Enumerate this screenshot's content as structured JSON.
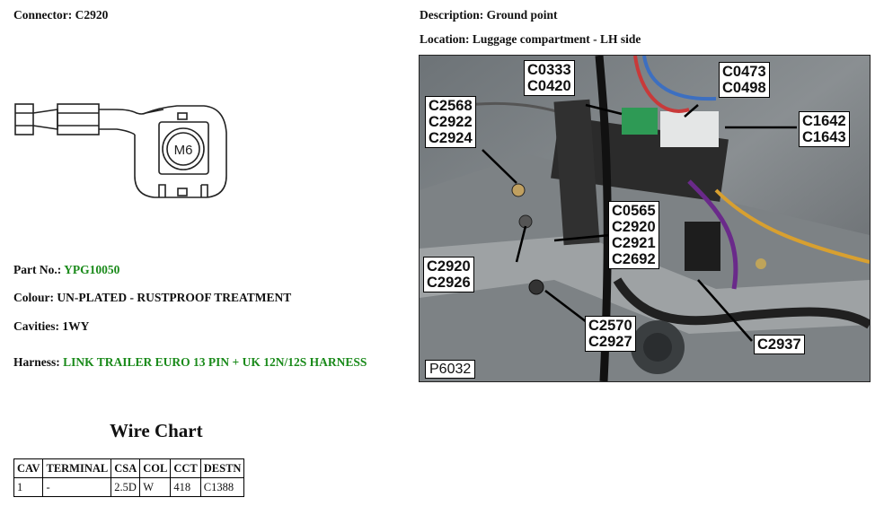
{
  "header": {
    "connector_label": "Connector:",
    "connector_value": "C2920",
    "description_label": "Description:",
    "description_value": "Ground point",
    "location_label": "Location:",
    "location_value": "Luggage compartment - LH side"
  },
  "diagram": {
    "stud_label": "M6"
  },
  "details": {
    "part_no_label": "Part No.:",
    "part_no_value": "YPG10050",
    "colour_label": "Colour:",
    "colour_value": "UN-PLATED - RUSTPROOF TREATMENT",
    "cavities_label": "Cavities:",
    "cavities_value": "1WY",
    "harness_label": "Harness:",
    "harness_value": "LINK TRAILER EURO 13 PIN + UK 12N/12S HARNESS"
  },
  "wire_chart": {
    "title": "Wire Chart",
    "headers": [
      "CAV",
      "TERMINAL",
      "CSA",
      "COL",
      "CCT",
      "DESTN"
    ],
    "rows": [
      [
        "1",
        "-",
        "2.5D",
        "W",
        "418",
        "C1388"
      ]
    ]
  },
  "photo": {
    "id": "P6032",
    "callouts": [
      [
        "C0333",
        "C0420"
      ],
      [
        "C0473",
        "C0498"
      ],
      [
        "C2568",
        "C2922",
        "C2924"
      ],
      [
        "C1642",
        "C1643"
      ],
      [
        "C0565",
        "C2920",
        "C2921",
        "C2692"
      ],
      [
        "C2920",
        "C2926"
      ],
      [
        "C2570",
        "C2927"
      ],
      [
        "C2937"
      ]
    ]
  },
  "colors": {
    "accent_green": "#1a8a1a"
  }
}
